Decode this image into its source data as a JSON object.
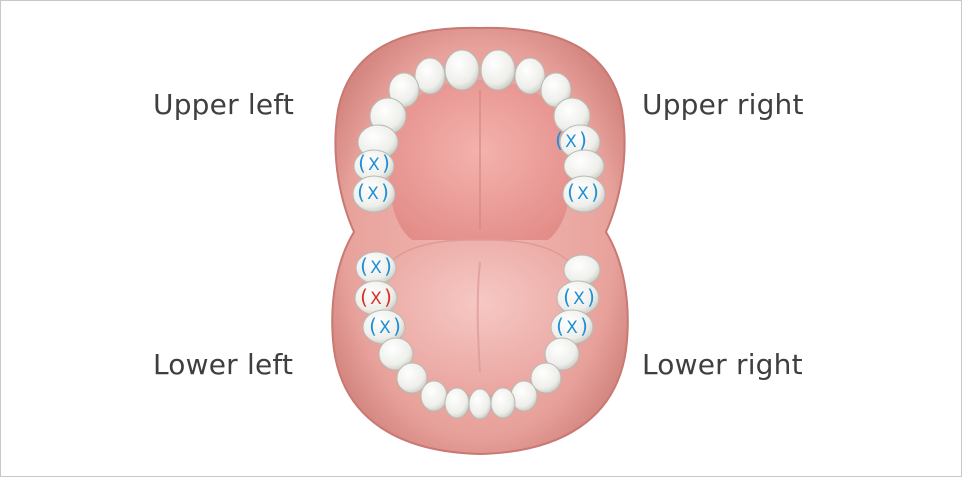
{
  "quadrants": {
    "upper_left": "Upper left",
    "upper_right": "Upper right",
    "lower_left": "Lower left",
    "lower_right": "Lower right"
  },
  "marker": {
    "open": "(",
    "letter": "X",
    "close": ")"
  },
  "colors": {
    "marker_normal": "#1f8fd6",
    "marker_highlight": "#d7312a",
    "gum": "#e8a29c",
    "palate": "#ea9c98",
    "tongue": "#f1b6b2",
    "tooth": "#f4f4f2",
    "label": "#3f3f3f"
  },
  "tooth_markers": [
    {
      "tooth": "upper-left-1",
      "highlight": false
    },
    {
      "tooth": "upper-left-2",
      "highlight": false
    },
    {
      "tooth": "upper-right-1",
      "highlight": false
    },
    {
      "tooth": "upper-right-2",
      "highlight": false
    },
    {
      "tooth": "lower-left-1",
      "highlight": false
    },
    {
      "tooth": "lower-left-2",
      "highlight": true
    },
    {
      "tooth": "lower-left-3",
      "highlight": false
    },
    {
      "tooth": "lower-right-1",
      "highlight": false
    },
    {
      "tooth": "lower-right-2",
      "highlight": false
    }
  ]
}
